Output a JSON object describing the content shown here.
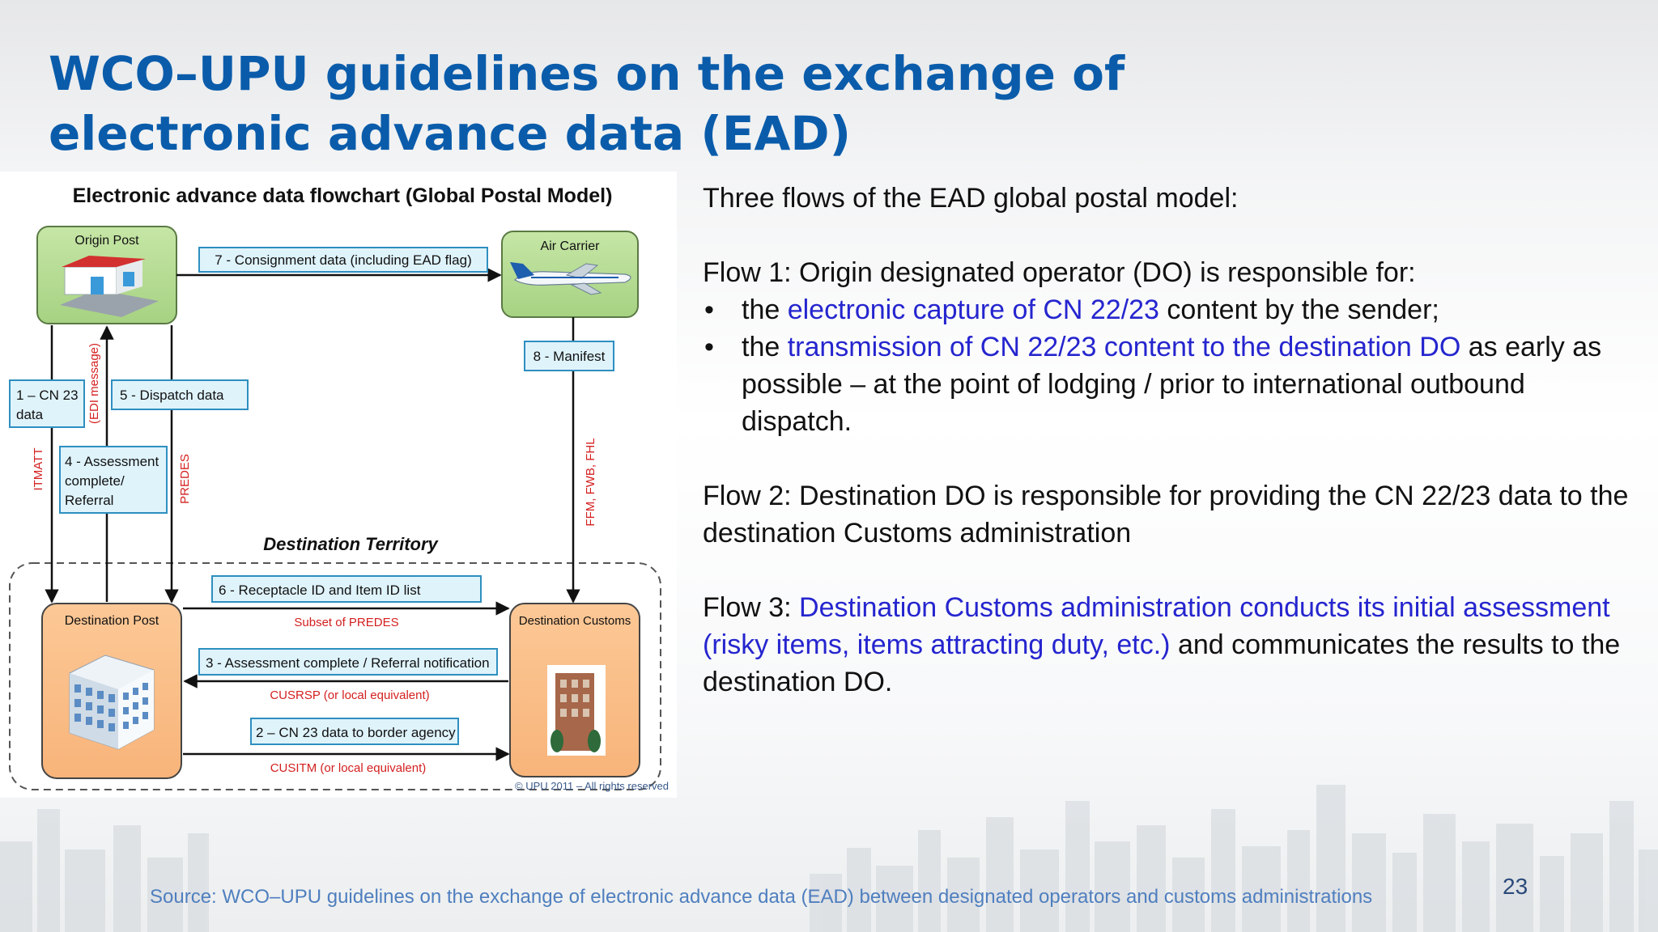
{
  "slide": {
    "title_line1": "WCO–UPU guidelines on the exchange of",
    "title_line2": "electronic advance data (EAD)",
    "page_number": "23",
    "source": "Source: WCO–UPU guidelines on the exchange of electronic advance data (EAD) between designated operators and customs administrations"
  },
  "diagram": {
    "title": "Electronic advance data flowchart (Global Postal Model)",
    "nodes": {
      "origin_post": "Origin Post",
      "air_carrier": "Air Carrier",
      "destination_post": "Destination Post",
      "destination_customs": "Destination Customs"
    },
    "territory_label": "Destination Territory",
    "boxes": {
      "b7": "7 - Consignment data (including EAD flag)",
      "b8": "8 - Manifest",
      "b1_line1": "1 – CN 23",
      "b1_line2": "data",
      "b5": "5 - Dispatch data",
      "b4_line1": "4 - Assessment",
      "b4_line2": "complete/",
      "b4_line3": "Referral",
      "b6": "6 - Receptacle ID and Item ID list",
      "b3": "3 - Assessment complete / Referral notification",
      "b2": "2 – CN 23 data to border agency"
    },
    "red_labels": {
      "itmatt": "ITMATT",
      "edi": "(EDI message)",
      "predes": "PREDES",
      "ffm": "FFM, FWB, FHL",
      "subset_predes": "Subset of PREDES",
      "cusrsp": "CUSRSP (or local equivalent)",
      "cusitm": "CUSITM (or local equivalent)"
    },
    "copyright": "© UPU 2011 – All rights reserved"
  },
  "content": {
    "intro": "Three flows of the EAD global postal model:",
    "flow1_heading": "Flow 1: Origin designated operator (DO) is responsible for:",
    "bullet_char": "•",
    "flow1_b1_pre": "the ",
    "flow1_b1_hl": "electronic capture of CN 22/23",
    "flow1_b1_post": " content by the sender;",
    "flow1_b2_pre": "the ",
    "flow1_b2_hl": "transmission of  CN 22/23 content to the destination DO",
    "flow1_b2_post": " as early as possible – at the point of lodging / prior to international outbound dispatch.",
    "flow2": "Flow 2: Destination DO is responsible for providing the CN 22/23 data to the destination Customs administration",
    "flow3_pre": "Flow 3: ",
    "flow3_hl": "Destination Customs administration conducts its initial assessment (risky items, items attracting duty, etc.)",
    "flow3_post": " and communicates the results to the destination DO."
  },
  "colors": {
    "title": "#0a5cab",
    "highlight": "#2525cf",
    "green_node": "#b6dc94",
    "orange_node": "#fbbf8c",
    "label_box": "#dff3fb",
    "label_border": "#2e8fc0",
    "red_label": "#d42020"
  }
}
